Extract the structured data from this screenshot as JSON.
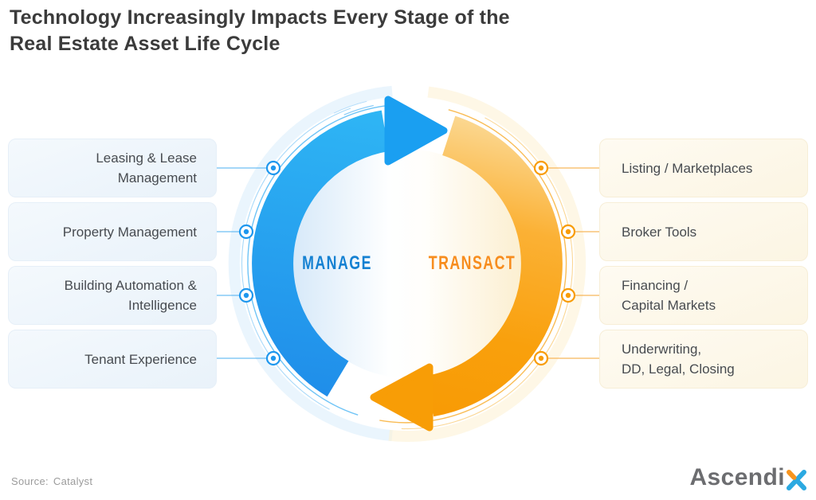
{
  "title": {
    "line1": "Technology Increasingly Impacts Every Stage of the",
    "line2": "Real Estate Asset Life Cycle"
  },
  "diagram": {
    "manage_label": "MANAGE",
    "transact_label": "TRANSACT",
    "left_boxes": [
      {
        "lines": [
          "Leasing & Lease",
          "Management"
        ]
      },
      {
        "lines": [
          "Property Management"
        ]
      },
      {
        "lines": [
          "Building Automation &",
          "Intelligence"
        ]
      },
      {
        "lines": [
          "Tenant Experience"
        ]
      }
    ],
    "right_boxes": [
      {
        "lines": [
          "Listing / Marketplaces"
        ]
      },
      {
        "lines": [
          "Broker Tools"
        ]
      },
      {
        "lines": [
          "Financing /",
          "Capital Markets"
        ]
      },
      {
        "lines": [
          "Underwriting,",
          "DD, Legal, Closing"
        ]
      }
    ]
  },
  "colors": {
    "manage_blue": "#1e9df1",
    "transact_orange": "#f89c06",
    "manage_text": "#1481d2",
    "transact_text": "#f78d1e",
    "left_box_bg": "#edf4fb",
    "right_box_bg": "#fdf8ea",
    "title_text": "#3b3b3b"
  },
  "footer": {
    "source_label": "Source:",
    "source_value": "Catalyst",
    "logo_text": "Ascendi",
    "logo_x": "X"
  }
}
